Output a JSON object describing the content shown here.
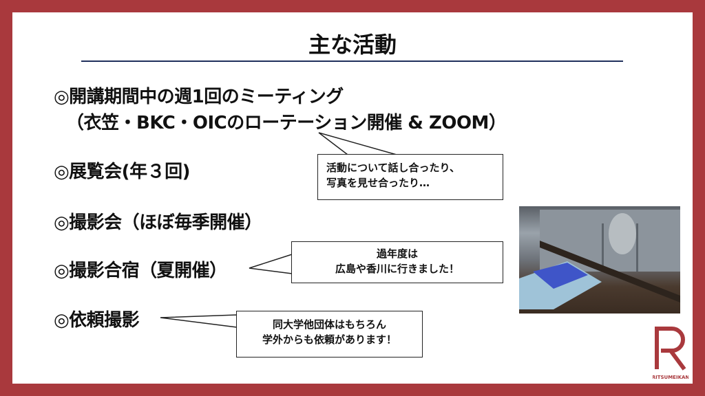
{
  "title": "主な活動",
  "items": [
    {
      "line1": "◎開講期間中の週1回のミーティング",
      "line2": "（衣笠・BKC・OICのローテーション開催 & ZOOM）"
    },
    {
      "line1": "◎展覧会(年３回)"
    },
    {
      "line1": "◎撮影会（ほぼ毎季開催）"
    },
    {
      "line1": "◎撮影合宿（夏開催）"
    },
    {
      "line1": "◎依頼撮影"
    }
  ],
  "callouts": [
    {
      "line1": "活動について話し合ったり、",
      "line2": "写真を見せ合ったり…"
    },
    {
      "line1": "過年度は",
      "line2": "広島や香川に行きました！"
    },
    {
      "line1": "同大学他団体はもちろん",
      "line2": "学外からも依頼があります！"
    }
  ],
  "logo": {
    "letter": "R",
    "text": "RITSUMEIKAN"
  },
  "colors": {
    "frame": "#a9393d",
    "rule": "#1f2f5c"
  }
}
